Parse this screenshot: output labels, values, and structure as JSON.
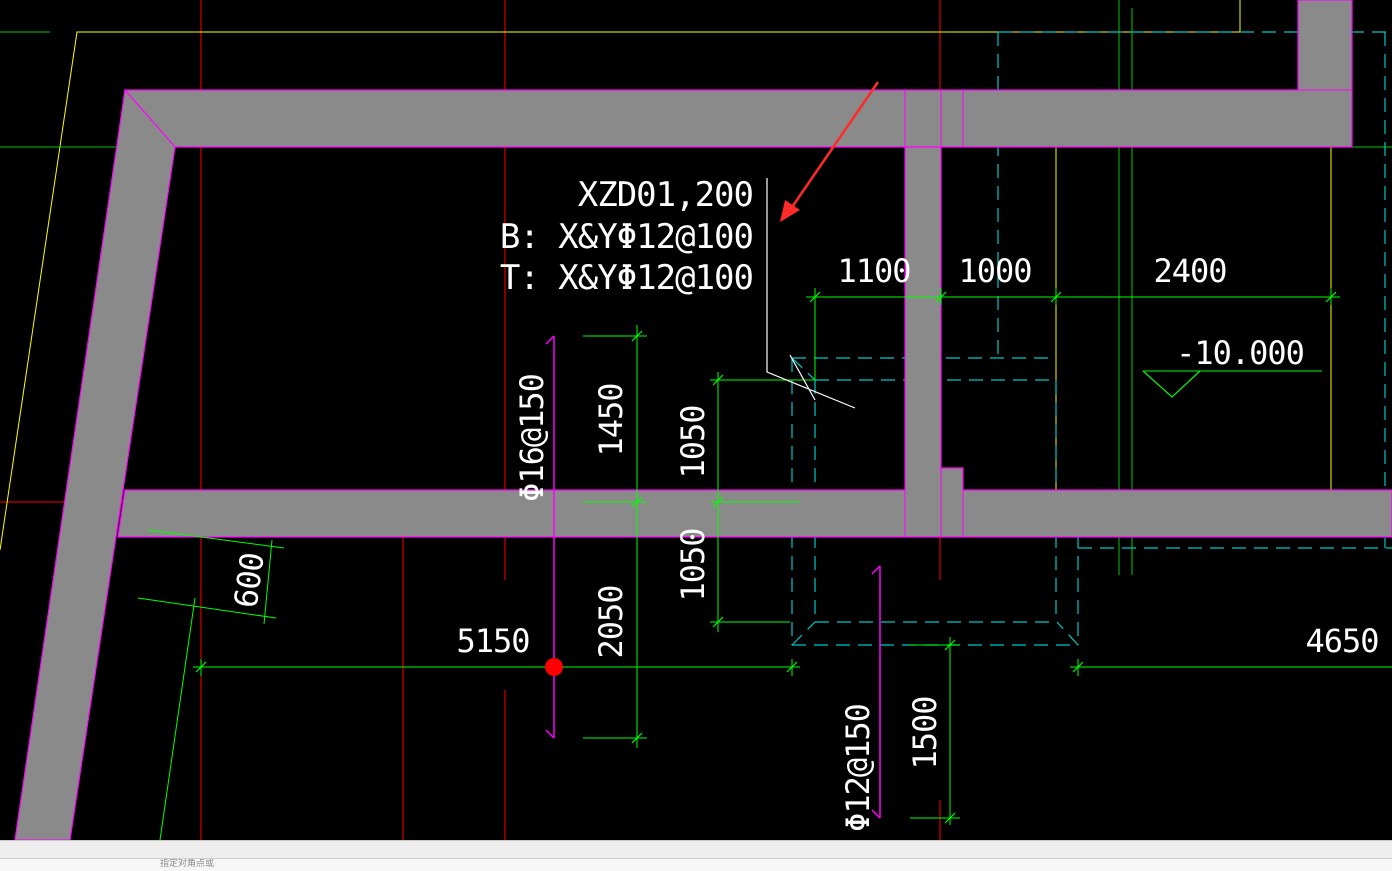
{
  "colors": {
    "background": "#000000",
    "wall_fill": "#8a8a8a",
    "wall_edge": "#ff00ff",
    "axis": "#ff0000",
    "dimension": "#00ff00",
    "hidden": "#00c8c8",
    "outline": "#ffff00",
    "text": "#ffffff",
    "leader": "#ff2a2a",
    "marker": "#ff0000",
    "rebar": "#ff00ff"
  },
  "annotation": {
    "line1": "XZD01,200",
    "line2": "B: X&YΦ12@100",
    "line3": "T: X&YΦ12@100"
  },
  "dims": {
    "d1100": "1100",
    "d1000": "1000",
    "d2400": "2400",
    "d5150": "5150",
    "d4650": "4650",
    "d1450": "1450",
    "d2050": "2050",
    "d1050a": "1050",
    "d1050b": "1050",
    "d1500": "1500",
    "d600": "600"
  },
  "rebar": {
    "r1": "Φ16@150",
    "r2": "Φ12@150"
  },
  "level": "-10.000",
  "status": {
    "text": "指定对角点或"
  }
}
